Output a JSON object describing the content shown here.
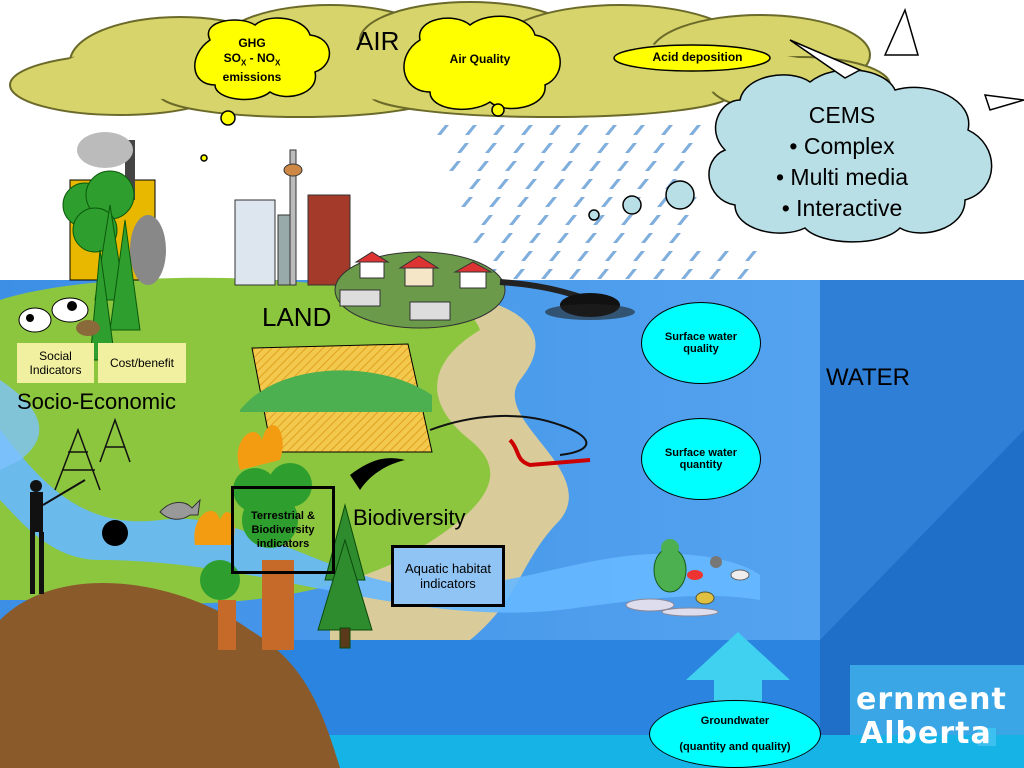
{
  "labels": {
    "air": "AIR",
    "land": "LAND",
    "water": "WATER",
    "socio_economic": "Socio-Economic",
    "biodiversity": "Biodiversity"
  },
  "ghg": {
    "line1": "GHG",
    "so": "SO",
    "so_sub": "X",
    "sep": " -  ",
    "no": "NO",
    "no_sub": "X",
    "line3": "emissions"
  },
  "air_quality": "Air Quality",
  "acid_deposition": "Acid deposition",
  "cems": {
    "title": "CEMS",
    "items": [
      "• Complex",
      "• Multi media",
      "• Interactive"
    ]
  },
  "social_indicators": "Social Indicators",
  "cost_benefit": "Cost/benefit",
  "terrestrial": "Terrestrial & Biodiversity indicators",
  "aquatic": "Aquatic habitat indicators",
  "surface_quality": "Surface water quality",
  "surface_quantity": "Surface water quantity",
  "groundwater": {
    "title": "Groundwater",
    "sub": "(quantity and quality)"
  },
  "logo": {
    "line1": "ernment",
    "line2": "Alberta"
  },
  "colors": {
    "cloud": "#d6d46a",
    "yellow": "#ffff00",
    "cems": "#b8dfe6",
    "cyan": "#00ffff",
    "water": "#3a8ee8",
    "land_green": "#8cc63f",
    "sand": "#d9cc9a",
    "soil": "#8a5a2b"
  }
}
